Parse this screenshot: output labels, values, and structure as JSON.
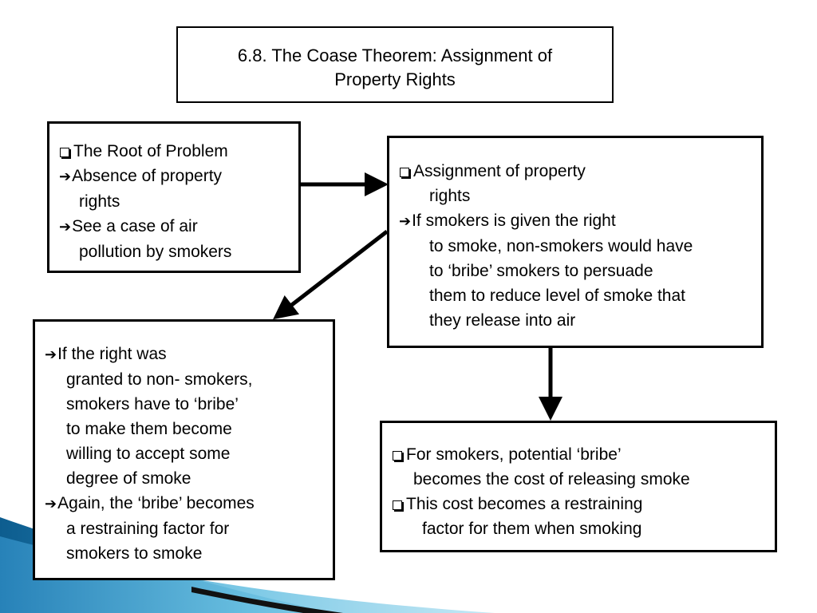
{
  "title": {
    "line1": "6.8. The Coase Theorem: Assignment of",
    "line2": "Property Rights"
  },
  "root_box": {
    "heading": "The Root of Problem",
    "bullet1_line1": "Absence of property",
    "bullet1_line2": "rights",
    "bullet2_line1": "See a case of air",
    "bullet2_line2": "pollution by smokers"
  },
  "assignment_box": {
    "heading_line1": "Assignment of property",
    "heading_line2": "rights",
    "bullet1_line1": "If smokers is given the right",
    "bullet1_line2": "to smoke, non-smokers would have",
    "bullet1_line3": "to ‘bribe’ smokers to persuade",
    "bullet1_line4": "them to reduce level of smoke that",
    "bullet1_line5": "they release into air"
  },
  "nonsmokers_box": {
    "bullet1_line1": "If the right was",
    "bullet1_line2": "granted to non- smokers,",
    "bullet1_line3": "smokers have to ‘bribe’",
    "bullet1_line4": "to make them become",
    "bullet1_line5": "willing to accept some",
    "bullet1_line6": "degree of smoke",
    "bullet2_line1": "Again, the ‘bribe’ becomes",
    "bullet2_line2": "a restraining factor for",
    "bullet2_line3": "smokers to smoke"
  },
  "smokers_box": {
    "item1_line1": "For smokers, potential ‘bribe’",
    "item1_line2": "becomes the cost of releasing smoke",
    "item2_line1": "This cost becomes a restraining",
    "item2_line2": "factor for them when smoking"
  },
  "colors": {
    "border": "#000000",
    "background": "#ffffff",
    "accent_blue": "#1f7fb4"
  }
}
